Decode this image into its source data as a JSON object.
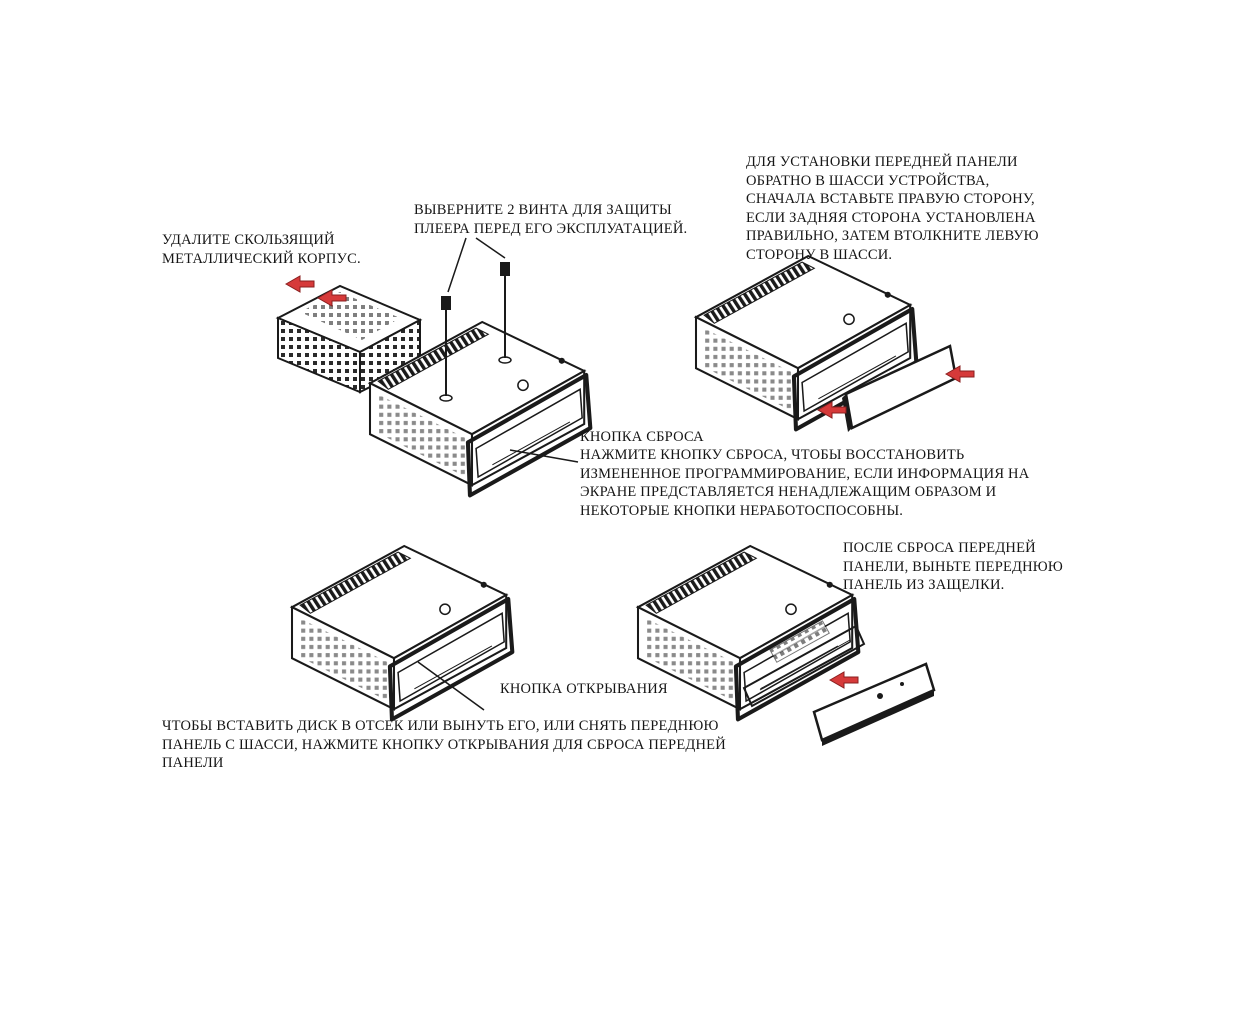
{
  "captions": {
    "remove_sleeve": "УДАЛИТЕ СКОЛЬЗЯЩИЙ\nМЕТАЛЛИЧЕСКИЙ КОРПУС.",
    "remove_screws": "ВЫВЕРНИТЕ 2 ВИНТА ДЛЯ ЗАЩИТЫ\nПЛЕЕРА ПЕРЕД ЕГО ЭКСПЛУАТАЦИЕЙ.",
    "install_front_panel": "ДЛЯ УСТАНОВКИ ПЕРЕДНЕЙ ПАНЕЛИ\nОБРАТНО В ШАССИ УСТРОЙСТВА,\nСНАЧАЛА ВСТАВЬТЕ ПРАВУЮ СТОРОНУ,\nЕСЛИ ЗАДНЯЯ СТОРОНА УСТАНОВЛЕНА\nПРАВИЛЬНО, ЗАТЕМ ВТОЛКНИТЕ ЛЕВУЮ\n                    СТОРОНУ В ШАССИ.",
    "reset_title": "КНОПКА СБРОСА",
    "reset_text": "НАЖМИТЕ КНОПКУ СБРОСА, ЧТОБЫ ВОССТАНОВИТЬ\nИЗМЕНЕННОЕ ПРОГРАММИРОВАНИЕ, ЕСЛИ ИНФОРМАЦИЯ НА\nЭКРАНЕ ПРЕДСТАВЛЯЕТСЯ НЕНАДЛЕЖАЩИМ ОБРАЗОМ И\nНЕКОТОРЫЕ КНОПКИ НЕРАБОТОСПОСОБНЫ.",
    "after_reset": "ПОСЛЕ СБРОСА ПЕРЕДНЕЙ\nПАНЕЛИ, ВЫНЬТЕ ПЕРЕДНЮЮ\nПАНЕЛЬ ИЗ ЗАЩЕЛКИ.",
    "release_button": "КНОПКА ОТКРЫВАНИЯ",
    "insert_disc": "ЧТОБЫ ВСТАВИТЬ ДИСК В ОТСЕК ИЛИ ВЫНУТЬ ЕГО, ИЛИ СНЯТЬ ПЕРЕДНЮЮ\nПАНЕЛЬ С ШАССИ, НАЖМИТЕ КНОПКУ ОТКРЫВАНИЯ ДЛЯ СБРОСА ПЕРЕДНЕЙ\nПАНЕЛИ"
  },
  "colors": {
    "ink": "#1a1a1a",
    "arrow": "#d63a3a",
    "arrow_dark": "#8a1f1f"
  },
  "icons": {
    "arrow": "red-block-arrow-icon",
    "screw": "screw-icon",
    "device": "car-radio-chassis-illustration"
  }
}
